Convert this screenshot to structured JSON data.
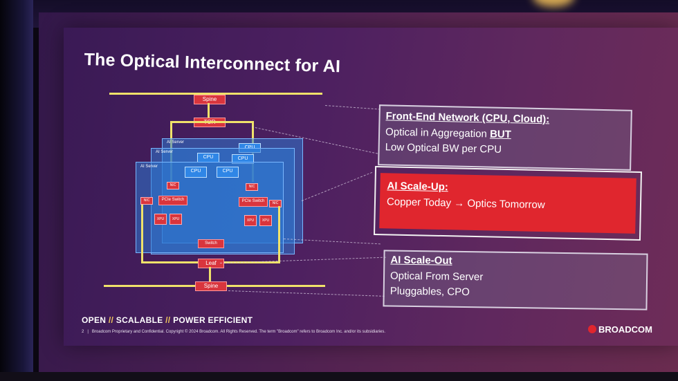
{
  "slide": {
    "title": "The Optical Interconnect for AI",
    "footer_tagline": [
      "OPEN",
      "SCALABLE",
      "POWER EFFICIENT"
    ],
    "footer_sep": "//",
    "page_number": "2",
    "legal": "Broadcom Proprietary and Confidential.  Copyright © 2024 Broadcom.  All Rights Reserved. The term \"Broadcom\" refers to Broadcom Inc. and/or its subsidiaries.",
    "logo_text": "BROADCOM"
  },
  "diagram": {
    "spine_top": "Spine",
    "tor": "TOR",
    "ai_server": "AI Server",
    "cpu": "CPU",
    "nic": "NIC",
    "pcie_switch": "PCIe Switch",
    "xpu": "XPU",
    "switch": "Switch",
    "leaf": "Leaf",
    "spine_bottom": "Spine"
  },
  "callouts": {
    "front_end": {
      "title": "Front-End Network (CPU, Cloud):",
      "line1_prefix": "Optical in Aggregation ",
      "line1_emphasis": "BUT",
      "line2": "Low Optical BW per CPU"
    },
    "scale_up": {
      "title": "AI Scale-Up:",
      "line1": "Copper Today → Optics Tomorrow"
    },
    "scale_out": {
      "title": "AI Scale-Out",
      "line1": "Optical From Server",
      "line2": "Pluggables, CPO"
    }
  },
  "colors": {
    "accent_red": "#e0262e",
    "link_yellow": "#f0e26a",
    "server_blue": "#2f86e6"
  }
}
